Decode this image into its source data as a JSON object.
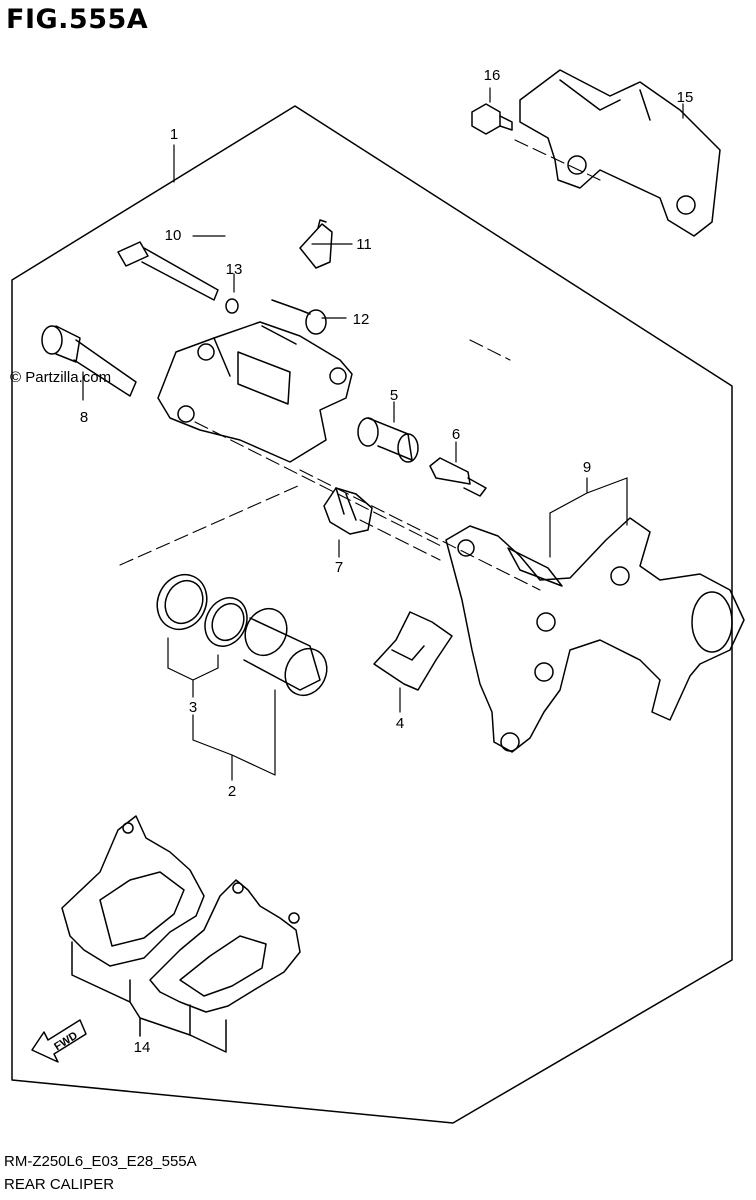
{
  "figure": {
    "title": "FIG.555A",
    "code": "RM-Z250L6_E03_E28_555A",
    "name": "REAR CALIPER",
    "watermark": "© Partzilla.com"
  },
  "diagram": {
    "fwd_label": "FWD",
    "callouts": [
      {
        "id": "1",
        "label": "1"
      },
      {
        "id": "2",
        "label": "2"
      },
      {
        "id": "3",
        "label": "3"
      },
      {
        "id": "4",
        "label": "4"
      },
      {
        "id": "5",
        "label": "5"
      },
      {
        "id": "6",
        "label": "6"
      },
      {
        "id": "7",
        "label": "7"
      },
      {
        "id": "8",
        "label": "8"
      },
      {
        "id": "9",
        "label": "9"
      },
      {
        "id": "10",
        "label": "10"
      },
      {
        "id": "11",
        "label": "11"
      },
      {
        "id": "12",
        "label": "12"
      },
      {
        "id": "13",
        "label": "13"
      },
      {
        "id": "14",
        "label": "14"
      },
      {
        "id": "15",
        "label": "15"
      },
      {
        "id": "16",
        "label": "16"
      }
    ]
  }
}
